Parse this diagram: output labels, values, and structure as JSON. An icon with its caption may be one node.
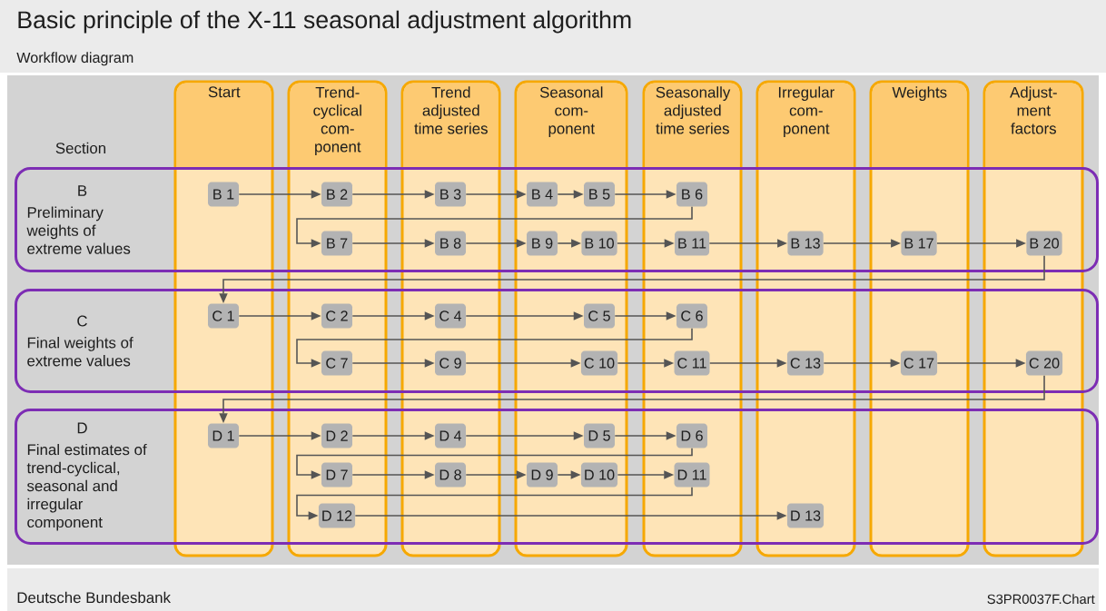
{
  "diagram": {
    "title": "Basic principle of the X-11 seasonal adjustment algorithm",
    "nodes": [
      {
        "text": [
          "Start"
        ]
      },
      {
        "text": [
          "Trend-cyclical com-ponent"
        ]
      },
      {
        "text": [
          "Trend adjusted time series"
        ]
      },
      {
        "text": [
          "Seasonal com-ponent"
        ]
      },
      {
        "text": [
          "Seasonally adjusted time series"
        ]
      },
      {
        "text": [
          "Irregular com-ponent"
        ]
      },
      {
        "text": [
          "Weights"
        ]
      },
      {
        "text": [
          "Adjust-ment factors"
        ]
      },
      {
        "text": [
          "B",
          "Preliminary weights of extreme values"
        ]
      },
      {
        "text": [
          "C",
          "Final weights of extreme values"
        ]
      },
      {
        "text": [
          "D",
          "Final estimates of trend-cyclical, seasonal and irregular component"
        ]
      },
      {
        "text": [
          "B 1"
        ],
        "in": 8
      },
      {
        "text": [
          "B 2"
        ],
        "in": 8
      },
      {
        "text": [
          "B 3"
        ],
        "in": 8
      },
      {
        "text": [
          "B 4"
        ],
        "in": 8
      },
      {
        "text": [
          "B 5"
        ],
        "in": 8
      },
      {
        "text": [
          "B 6"
        ],
        "in": 8
      },
      {
        "text": [
          "B 7"
        ],
        "in": 8
      },
      {
        "text": [
          "B 8"
        ],
        "in": 8
      },
      {
        "text": [
          "B 9"
        ],
        "in": 8
      },
      {
        "text": [
          "B 10"
        ],
        "in": 8
      },
      {
        "text": [
          "B 11"
        ],
        "in": 8
      },
      {
        "text": [
          "B 13"
        ],
        "in": 8
      },
      {
        "text": [
          "B 17"
        ],
        "in": 8
      },
      {
        "text": [
          "B 20"
        ],
        "in": 8
      },
      {
        "text": [
          "C 1"
        ],
        "in": 9
      },
      {
        "text": [
          "C 2"
        ],
        "in": 9
      },
      {
        "text": [
          "C 4"
        ],
        "in": 9
      },
      {
        "text": [
          "C 5"
        ],
        "in": 9
      },
      {
        "text": [
          "C 6"
        ],
        "in": 9
      },
      {
        "text": [
          "C 7"
        ],
        "in": 9
      },
      {
        "text": [
          "C 9"
        ],
        "in": 9
      },
      {
        "text": [
          "C 10"
        ],
        "in": 9
      },
      {
        "text": [
          "C 11"
        ],
        "in": 9
      },
      {
        "text": [
          "C 13"
        ],
        "in": 9
      },
      {
        "text": [
          "C 17"
        ],
        "in": 9
      },
      {
        "text": [
          "C 20"
        ],
        "in": 9
      },
      {
        "text": [
          "D 1"
        ],
        "in": 10
      },
      {
        "text": [
          "D 2"
        ],
        "in": 10
      },
      {
        "text": [
          "D 4"
        ],
        "in": 10
      },
      {
        "text": [
          "D 5"
        ],
        "in": 10
      },
      {
        "text": [
          "D 6"
        ],
        "in": 10
      },
      {
        "text": [
          "D 7"
        ],
        "in": 10
      },
      {
        "text": [
          "D 8"
        ],
        "in": 10
      },
      {
        "text": [
          "D 9"
        ],
        "in": 10
      },
      {
        "text": [
          "D 10"
        ],
        "in": 10
      },
      {
        "text": [
          "D 11"
        ],
        "in": 10
      },
      {
        "text": [
          "D 12"
        ],
        "in": 10
      },
      {
        "text": [
          "D 13"
        ],
        "in": 10
      }
    ],
    "edges": [
      {
        "from": 11,
        "to": 12,
        "arrow": "to"
      },
      {
        "from": 12,
        "to": 13,
        "arrow": "to"
      },
      {
        "from": 13,
        "to": 14,
        "arrow": "to"
      },
      {
        "from": 14,
        "to": 15,
        "arrow": "to"
      },
      {
        "from": 15,
        "to": 16,
        "arrow": "to"
      },
      {
        "from": 16,
        "to": 17,
        "arrow": "to"
      },
      {
        "from": 17,
        "to": 18,
        "arrow": "to"
      },
      {
        "from": 18,
        "to": 19,
        "arrow": "to"
      },
      {
        "from": 19,
        "to": 20,
        "arrow": "to"
      },
      {
        "from": 20,
        "to": 21,
        "arrow": "to"
      },
      {
        "from": 21,
        "to": 22,
        "arrow": "to"
      },
      {
        "from": 22,
        "to": 23,
        "arrow": "to"
      },
      {
        "from": 23,
        "to": 24,
        "arrow": "to"
      },
      {
        "from": 24,
        "to": 25,
        "arrow": "to"
      },
      {
        "from": 25,
        "to": 26,
        "arrow": "to"
      },
      {
        "from": 26,
        "to": 27,
        "arrow": "to"
      },
      {
        "from": 27,
        "to": 28,
        "arrow": "to"
      },
      {
        "from": 28,
        "to": 29,
        "arrow": "to"
      },
      {
        "from": 29,
        "to": 30,
        "arrow": "to"
      },
      {
        "from": 30,
        "to": 31,
        "arrow": "to"
      },
      {
        "from": 31,
        "to": 32,
        "arrow": "to"
      },
      {
        "from": 32,
        "to": 33,
        "arrow": "to"
      },
      {
        "from": 33,
        "to": 34,
        "arrow": "to"
      },
      {
        "from": 34,
        "to": 35,
        "arrow": "to"
      },
      {
        "from": 35,
        "to": 36,
        "arrow": "to"
      },
      {
        "from": 36,
        "to": 37,
        "arrow": "to"
      },
      {
        "from": 37,
        "to": 38,
        "arrow": "to"
      },
      {
        "from": 38,
        "to": 39,
        "arrow": "to"
      },
      {
        "from": 39,
        "to": 40,
        "arrow": "to"
      },
      {
        "from": 40,
        "to": 41,
        "arrow": "to"
      },
      {
        "from": 41,
        "to": 42,
        "arrow": "to"
      },
      {
        "from": 42,
        "to": 43,
        "arrow": "to"
      },
      {
        "from": 43,
        "to": 44,
        "arrow": "to"
      },
      {
        "from": 44,
        "to": 45,
        "arrow": "to"
      },
      {
        "from": 45,
        "to": 46,
        "arrow": "to"
      },
      {
        "from": 46,
        "to": 47,
        "arrow": "to"
      },
      {
        "from": 47,
        "to": 48,
        "arrow": "to"
      }
    ],
    "labels": [
      "Workflow diagram",
      "Section",
      "Deutsche Bundesbank",
      "S3PR0037F.Chart"
    ]
  }
}
